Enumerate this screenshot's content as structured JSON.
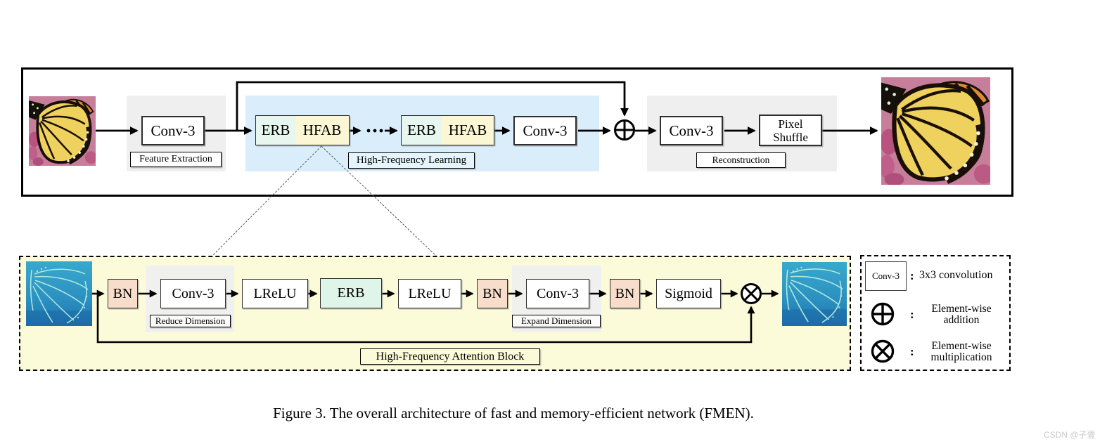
{
  "page": {
    "caption": "Figure 3. The overall architecture of fast and memory-efficient network (FMEN).",
    "watermark": "CSDN @子壹"
  },
  "top_pipeline": {
    "stage_feature_extraction": {
      "conv": "Conv-3",
      "label": "Feature Extraction"
    },
    "stage_high_frequency_learning": {
      "block1_erb": "ERB",
      "block1_hfab": "HFAB",
      "block2_erb": "ERB",
      "block2_hfab": "HFAB",
      "conv": "Conv-3",
      "label": "High-Frequency Learning"
    },
    "stage_reconstruction": {
      "conv": "Conv-3",
      "pixel_shuffle": [
        "Pixel",
        "Shuffle"
      ],
      "label": "Reconstruction"
    }
  },
  "hfab_block": {
    "label": "High-Frequency Attention Block",
    "bn1": "BN",
    "conv_reduce": "Conv-3",
    "reduce_label": "Reduce Dimension",
    "lrelu1": "LReLU",
    "erb": "ERB",
    "lrelu2": "LReLU",
    "bn2": "BN",
    "conv_expand": "Conv-3",
    "expand_label": "Expand Dimension",
    "bn3": "BN",
    "sigmoid": "Sigmoid"
  },
  "legend": {
    "conv_box": "Conv-3",
    "colon": ":",
    "conv_desc": "3x3 convolution",
    "add_desc": [
      "Element-wise",
      "addition"
    ],
    "mul_desc": [
      "Element-wise",
      "multiplication"
    ]
  },
  "icons": {
    "addition": "element-wise-addition",
    "multiplication": "element-wise-multiplication"
  },
  "colors": {
    "high_frequency_region": "#d9eefa",
    "hfab_background": "#fbfbda",
    "erb_fill": "#e0f5e9",
    "hfab_fill": "#fbf7d5",
    "bn_fill": "#f8ddca",
    "stage_gray": "#efefef"
  }
}
